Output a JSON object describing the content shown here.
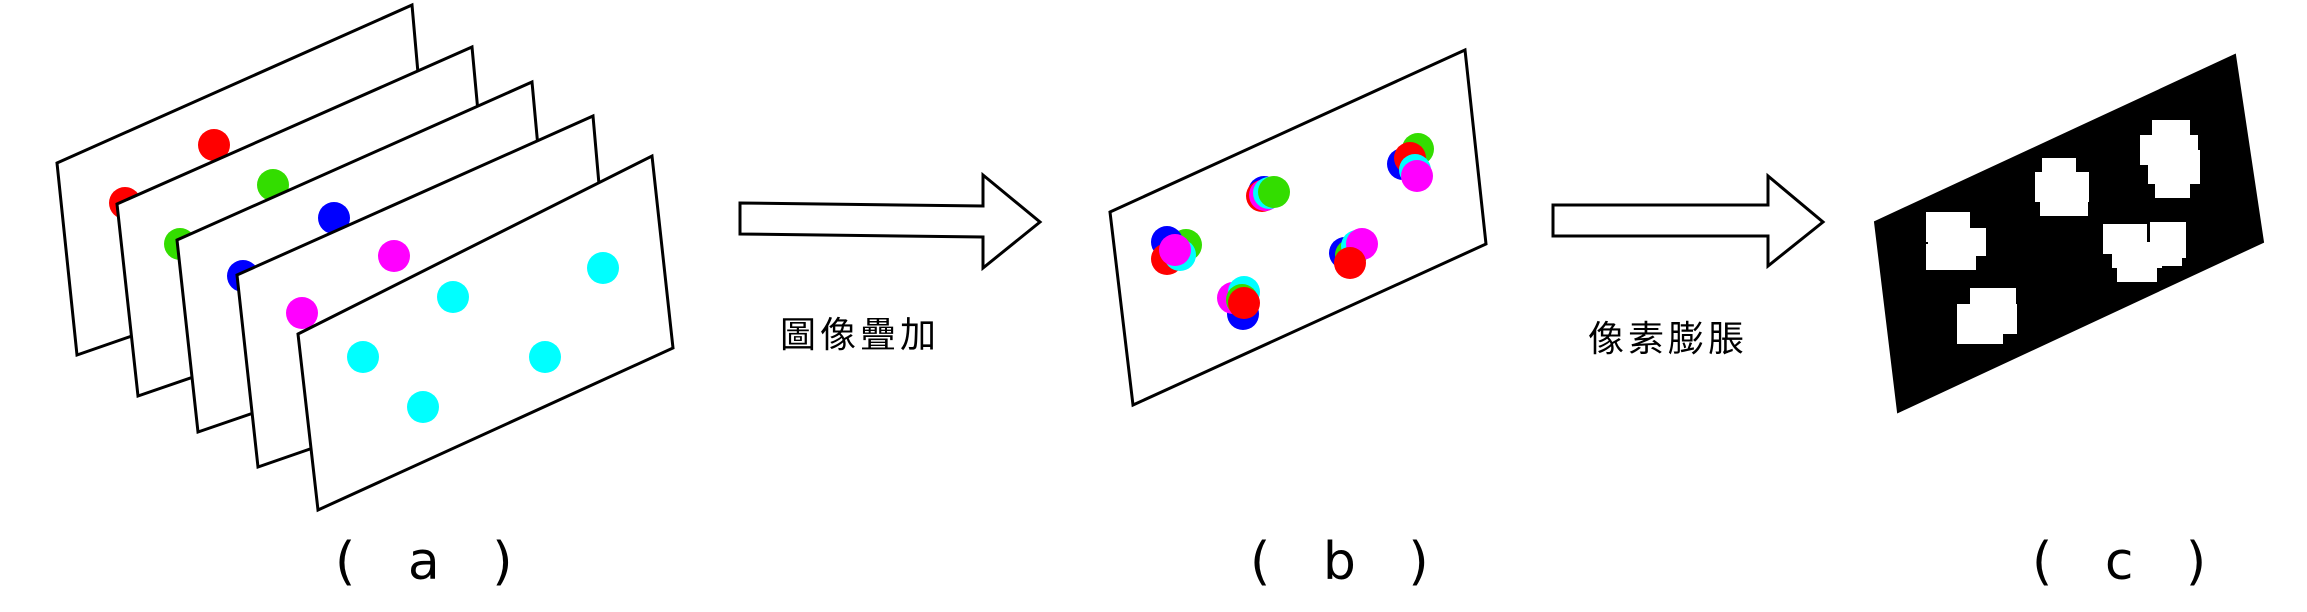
{
  "operations": {
    "superimpose": "圖像疊加",
    "dilation": "像素膨脹"
  },
  "panels": {
    "a": "( a )",
    "b": "( b )",
    "c": "( c )"
  },
  "colors": {
    "red": "#ff0000",
    "green": "#33dd00",
    "blue": "#0000ff",
    "magenta": "#ff00ff",
    "cyan": "#00ffff",
    "black": "#000000",
    "white": "#ffffff"
  }
}
